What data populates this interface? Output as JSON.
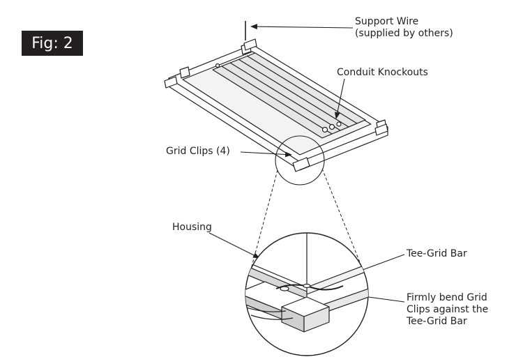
{
  "figure": {
    "badge": "Fig: 2",
    "labels": {
      "support_wire": [
        "Support Wire",
        "(supplied by others)"
      ],
      "conduit_knockouts": "Conduit Knockouts",
      "grid_clips": "Grid Clips (4)",
      "housing": "Housing",
      "tee_grid_bar": "Tee-Grid Bar",
      "bend_note": [
        "Firmly bend Grid",
        "Clips against the",
        "Tee-Grid Bar"
      ]
    }
  },
  "colors": {
    "ink": "#231f20",
    "background": "#ffffff",
    "badge_text": "#ffffff"
  }
}
